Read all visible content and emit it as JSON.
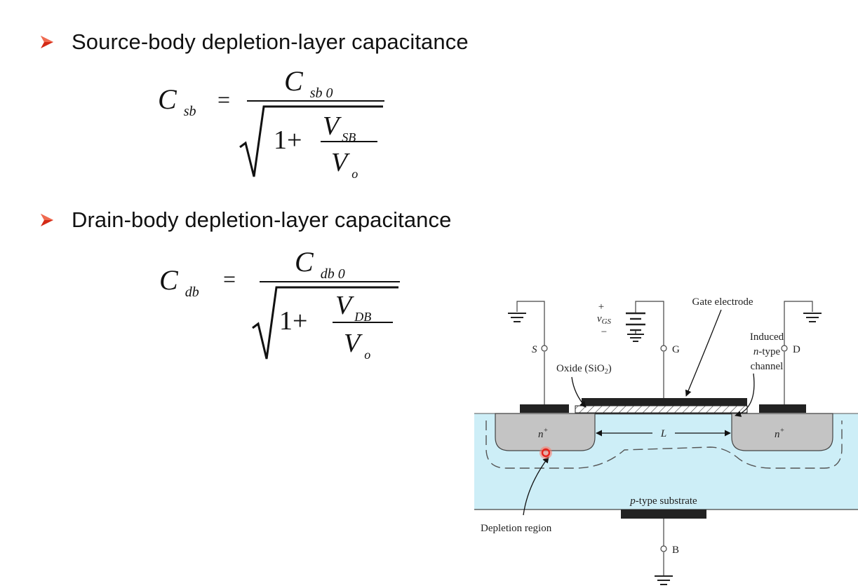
{
  "bullets": [
    {
      "text": "Source-body depletion-layer capacitance"
    },
    {
      "text": "Drain-body depletion-layer capacitance"
    }
  ],
  "formula_sb": {
    "lhs_symbol": "C",
    "lhs_sub": "sb",
    "equals": "=",
    "num_symbol": "C",
    "num_sub": "sb 0",
    "one_plus": "1+",
    "frac_num_symbol": "V",
    "frac_num_sub": "SB",
    "frac_den_symbol": "V",
    "frac_den_sub": "o"
  },
  "formula_db": {
    "lhs_symbol": "C",
    "lhs_sub": "db",
    "equals": "=",
    "num_symbol": "C",
    "num_sub": "db 0",
    "one_plus": "1+",
    "frac_num_symbol": "V",
    "frac_num_sub": "DB",
    "frac_den_symbol": "V",
    "frac_den_sub": "o"
  },
  "diagram": {
    "plus": "+",
    "minus": "−",
    "vgs_v": "v",
    "vgs_sub": "GS",
    "gate_electrode": "Gate electrode",
    "induced_1": "Induced",
    "induced_2_italic": "n",
    "induced_2_rest": "-type",
    "induced_3": "channel",
    "s_label": "S",
    "g_label": "G",
    "d_label": "D",
    "oxide_label": "Oxide (SiO",
    "oxide_sub": "2",
    "oxide_close": ")",
    "n_plus": "n",
    "n_plus_sup": "+",
    "l_label": "L",
    "substrate_italic": "p",
    "substrate_rest": "-type substrate",
    "depletion_label": "Depletion region",
    "b_label": "B"
  },
  "colors": {
    "bullet_arrow": "#d42a16",
    "substrate": "#cdeef7",
    "nplus_region": "#c4c4c4",
    "metal": "#222222",
    "cursor_marker": "#e8231b"
  }
}
